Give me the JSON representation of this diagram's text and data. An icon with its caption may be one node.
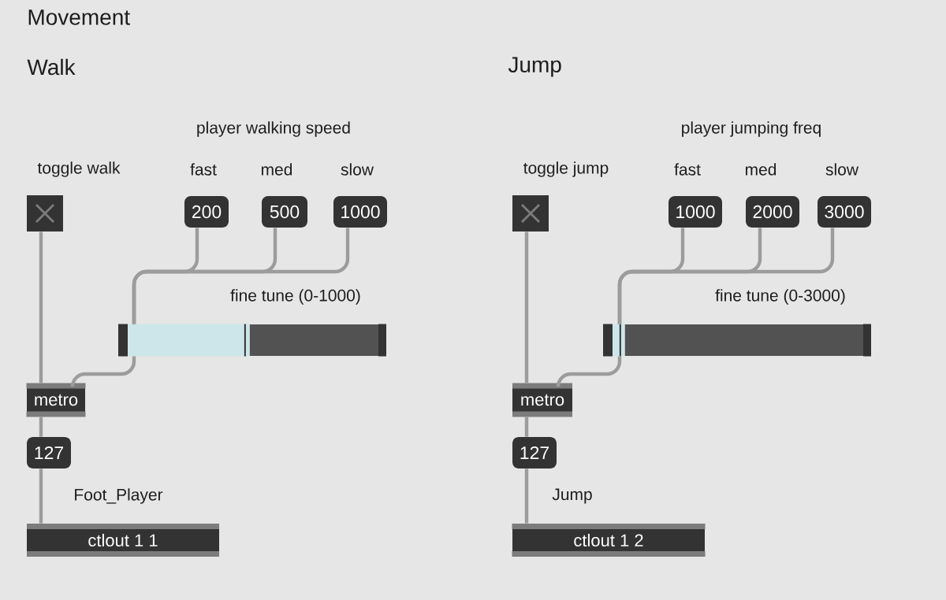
{
  "diagram": {
    "title": "Movement",
    "nodes": [
      {
        "text": [],
        "shape": "box"
      },
      {
        "text": [
          "200"
        ]
      },
      {
        "text": [
          "500"
        ]
      },
      {
        "text": [
          "1000"
        ]
      },
      {
        "text": [],
        "shape": "bar"
      },
      {
        "text": [
          "metro"
        ]
      },
      {
        "text": [
          "127"
        ]
      },
      {
        "text": [
          "ctlout 1 1"
        ]
      },
      {
        "text": [],
        "shape": "box"
      },
      {
        "text": [
          "1000"
        ]
      },
      {
        "text": [
          "2000"
        ]
      },
      {
        "text": [
          "3000"
        ]
      },
      {
        "text": [],
        "shape": "bar"
      },
      {
        "text": [
          "metro"
        ]
      },
      {
        "text": [
          "127"
        ]
      },
      {
        "text": [
          "ctlout 1 2"
        ]
      }
    ],
    "edges": [
      {
        "from": 0,
        "to": 5,
        "arrow": "none"
      },
      {
        "from": 1,
        "to": 4,
        "arrow": "none"
      },
      {
        "from": 2,
        "to": 4,
        "arrow": "none"
      },
      {
        "from": 3,
        "to": 4,
        "arrow": "none"
      },
      {
        "from": 4,
        "to": 5,
        "arrow": "none"
      },
      {
        "from": 5,
        "to": 6,
        "arrow": "none"
      },
      {
        "from": 6,
        "to": 7,
        "arrow": "none"
      },
      {
        "from": 8,
        "to": 13,
        "arrow": "none"
      },
      {
        "from": 9,
        "to": 12,
        "arrow": "none"
      },
      {
        "from": 10,
        "to": 12,
        "arrow": "none"
      },
      {
        "from": 11,
        "to": 12,
        "arrow": "none"
      },
      {
        "from": 12,
        "to": 13,
        "arrow": "none"
      },
      {
        "from": 13,
        "to": 14,
        "arrow": "none"
      },
      {
        "from": 14,
        "to": 15,
        "arrow": "none"
      }
    ],
    "labels": [
      "Walk",
      "Jump",
      "player walking speed",
      "toggle walk",
      "fast",
      "med",
      "slow",
      "fine tune (0-1000)",
      "Foot_Player",
      "player jumping freq",
      "toggle jump",
      "fast",
      "med",
      "slow",
      "fine tune (0-3000)",
      "Jump"
    ]
  }
}
